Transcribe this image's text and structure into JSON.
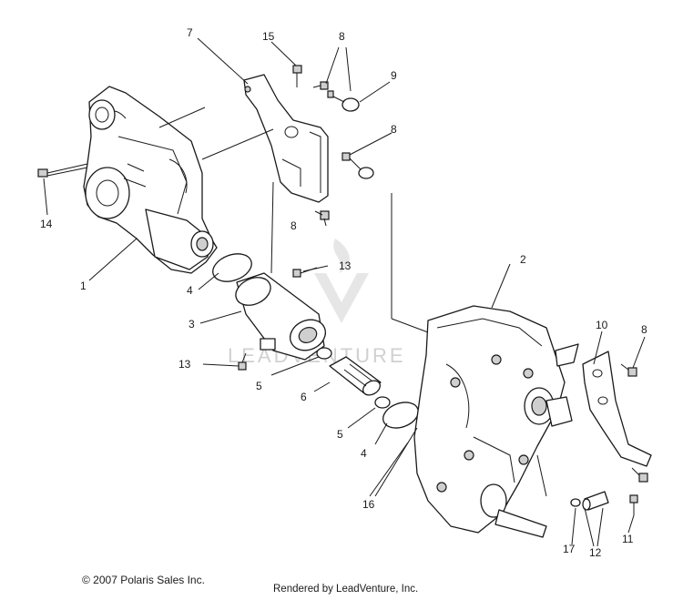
{
  "callouts": {
    "c1": "1",
    "c2": "2",
    "c3": "3",
    "c4a": "4",
    "c4b": "4",
    "c5a": "5",
    "c5b": "5",
    "c6": "6",
    "c7": "7",
    "c8a": "8",
    "c8b": "8",
    "c8c": "8",
    "c8d": "8",
    "c9": "9",
    "c10": "10",
    "c11": "11",
    "c12": "12",
    "c13a": "13",
    "c13b": "13",
    "c14": "14",
    "c15": "15",
    "c16": "16",
    "c17": "17"
  },
  "watermark": {
    "text": "LEADVENTURE"
  },
  "footer": {
    "copyright": "© 2007 Polaris Sales Inc.",
    "rendered_by": "Rendered by LeadVenture, Inc."
  }
}
